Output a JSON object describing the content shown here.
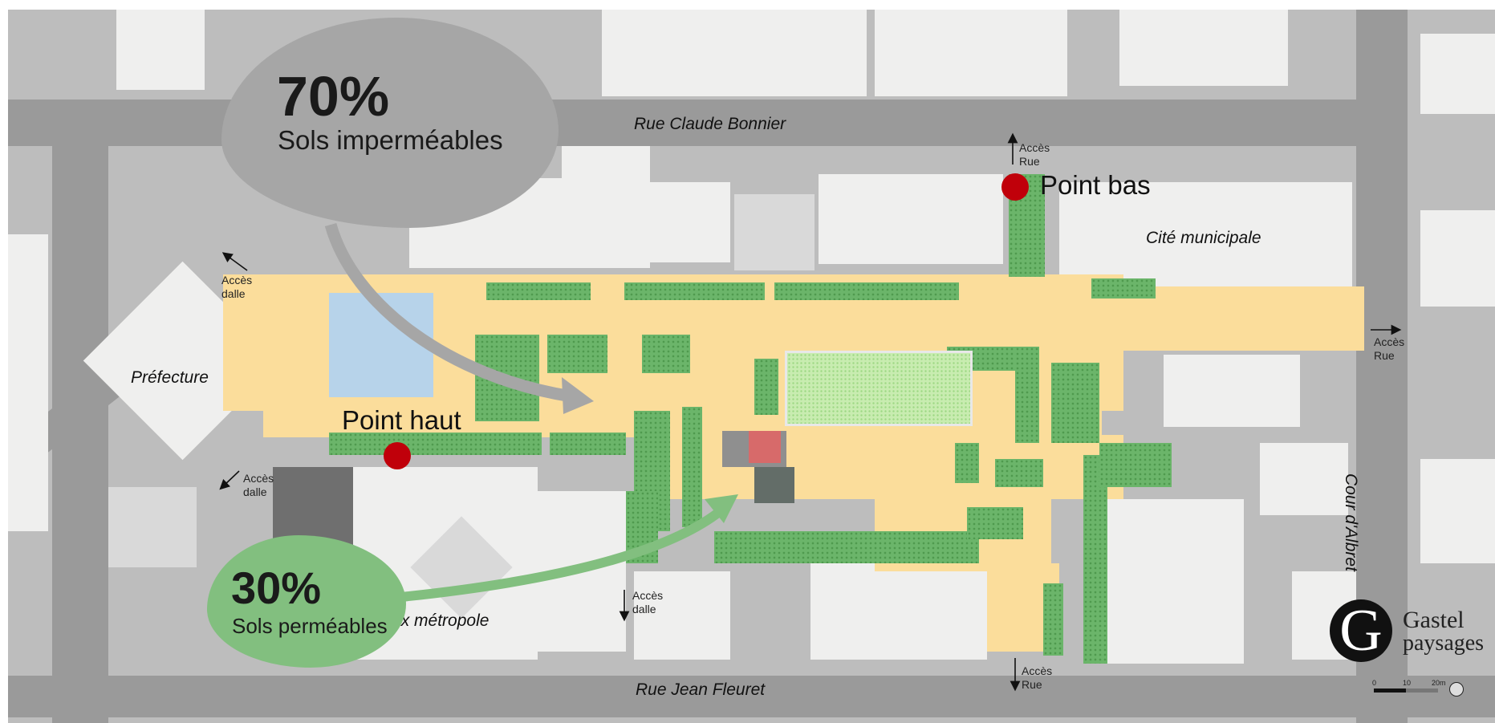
{
  "streets": {
    "north": "Rue Claude Bonnier",
    "south": "Rue Jean Fleuret",
    "east": "Cour d'Albret"
  },
  "places": {
    "prefecture": "Préfecture",
    "cite_municipale": "Cité municipale",
    "bureaux": "Bureaux métropole"
  },
  "access": {
    "rue_north_line1": "Accès",
    "rue_north_line2": "Rue",
    "dalle_nw_line1": "Accès",
    "dalle_nw_line2": "dalle",
    "rue_east_line1": "Accès",
    "rue_east_line2": "Rue",
    "dalle_sw_line1": "Accès",
    "dalle_sw_line2": "dalle",
    "dalle_s_line1": "Accès",
    "dalle_s_line2": "dalle",
    "rue_south_line1": "Accès",
    "rue_south_line2": "Rue"
  },
  "points": {
    "low": "Point bas",
    "high": "Point haut"
  },
  "stats": {
    "impermeable_pct": "70%",
    "impermeable_label": "Sols imperméables",
    "permeable_pct": "30%",
    "permeable_label": "Sols perméables"
  },
  "logo": {
    "name": "Gastel",
    "tagline": "paysages",
    "mark": "G"
  },
  "scale_bar": {
    "ticks": [
      "0",
      "10",
      "20m"
    ]
  },
  "colors": {
    "impermeable": "#fbdd9b",
    "permeable": "#6bb56a",
    "water": "#b7d3ea",
    "low_high_marker": "#c0000a",
    "grey_bubble": "#a6a6a6",
    "green_bubble": "#82bf7f"
  }
}
